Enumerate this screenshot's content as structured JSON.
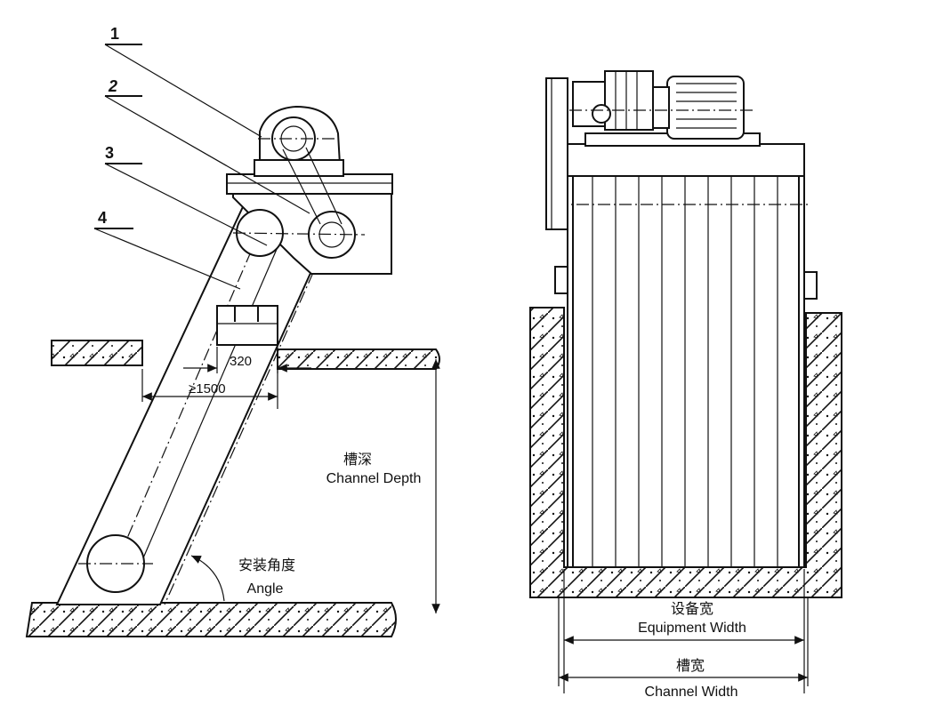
{
  "callouts": [
    "1",
    "2",
    "3",
    "4"
  ],
  "dimensions": {
    "trough_width": "320",
    "min_distance": "≥1500"
  },
  "labels": {
    "channel_depth_cn": "槽深",
    "channel_depth_en": "Channel Depth",
    "angle_cn": "安装角度",
    "angle_en": "Angle",
    "equipment_width_cn": "设备宽",
    "equipment_width_en": "Equipment Width",
    "channel_width_cn": "槽宽",
    "channel_width_en": "Channel Width"
  },
  "colors": {
    "line": "#111111",
    "background": "#ffffff"
  }
}
